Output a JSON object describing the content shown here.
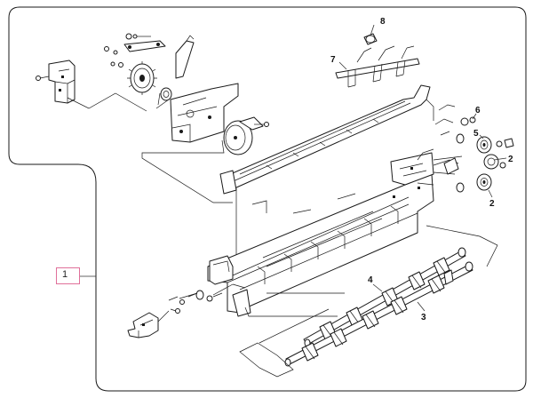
{
  "diagram": {
    "callouts": {
      "c1": "1",
      "c2a": "2",
      "c2b": "2",
      "c3": "3",
      "c4": "4",
      "c5": "5",
      "c6": "6",
      "c7": "7",
      "c8": "8"
    },
    "highlight_color": "#e0709a",
    "line_color": "#1a1a1a"
  }
}
